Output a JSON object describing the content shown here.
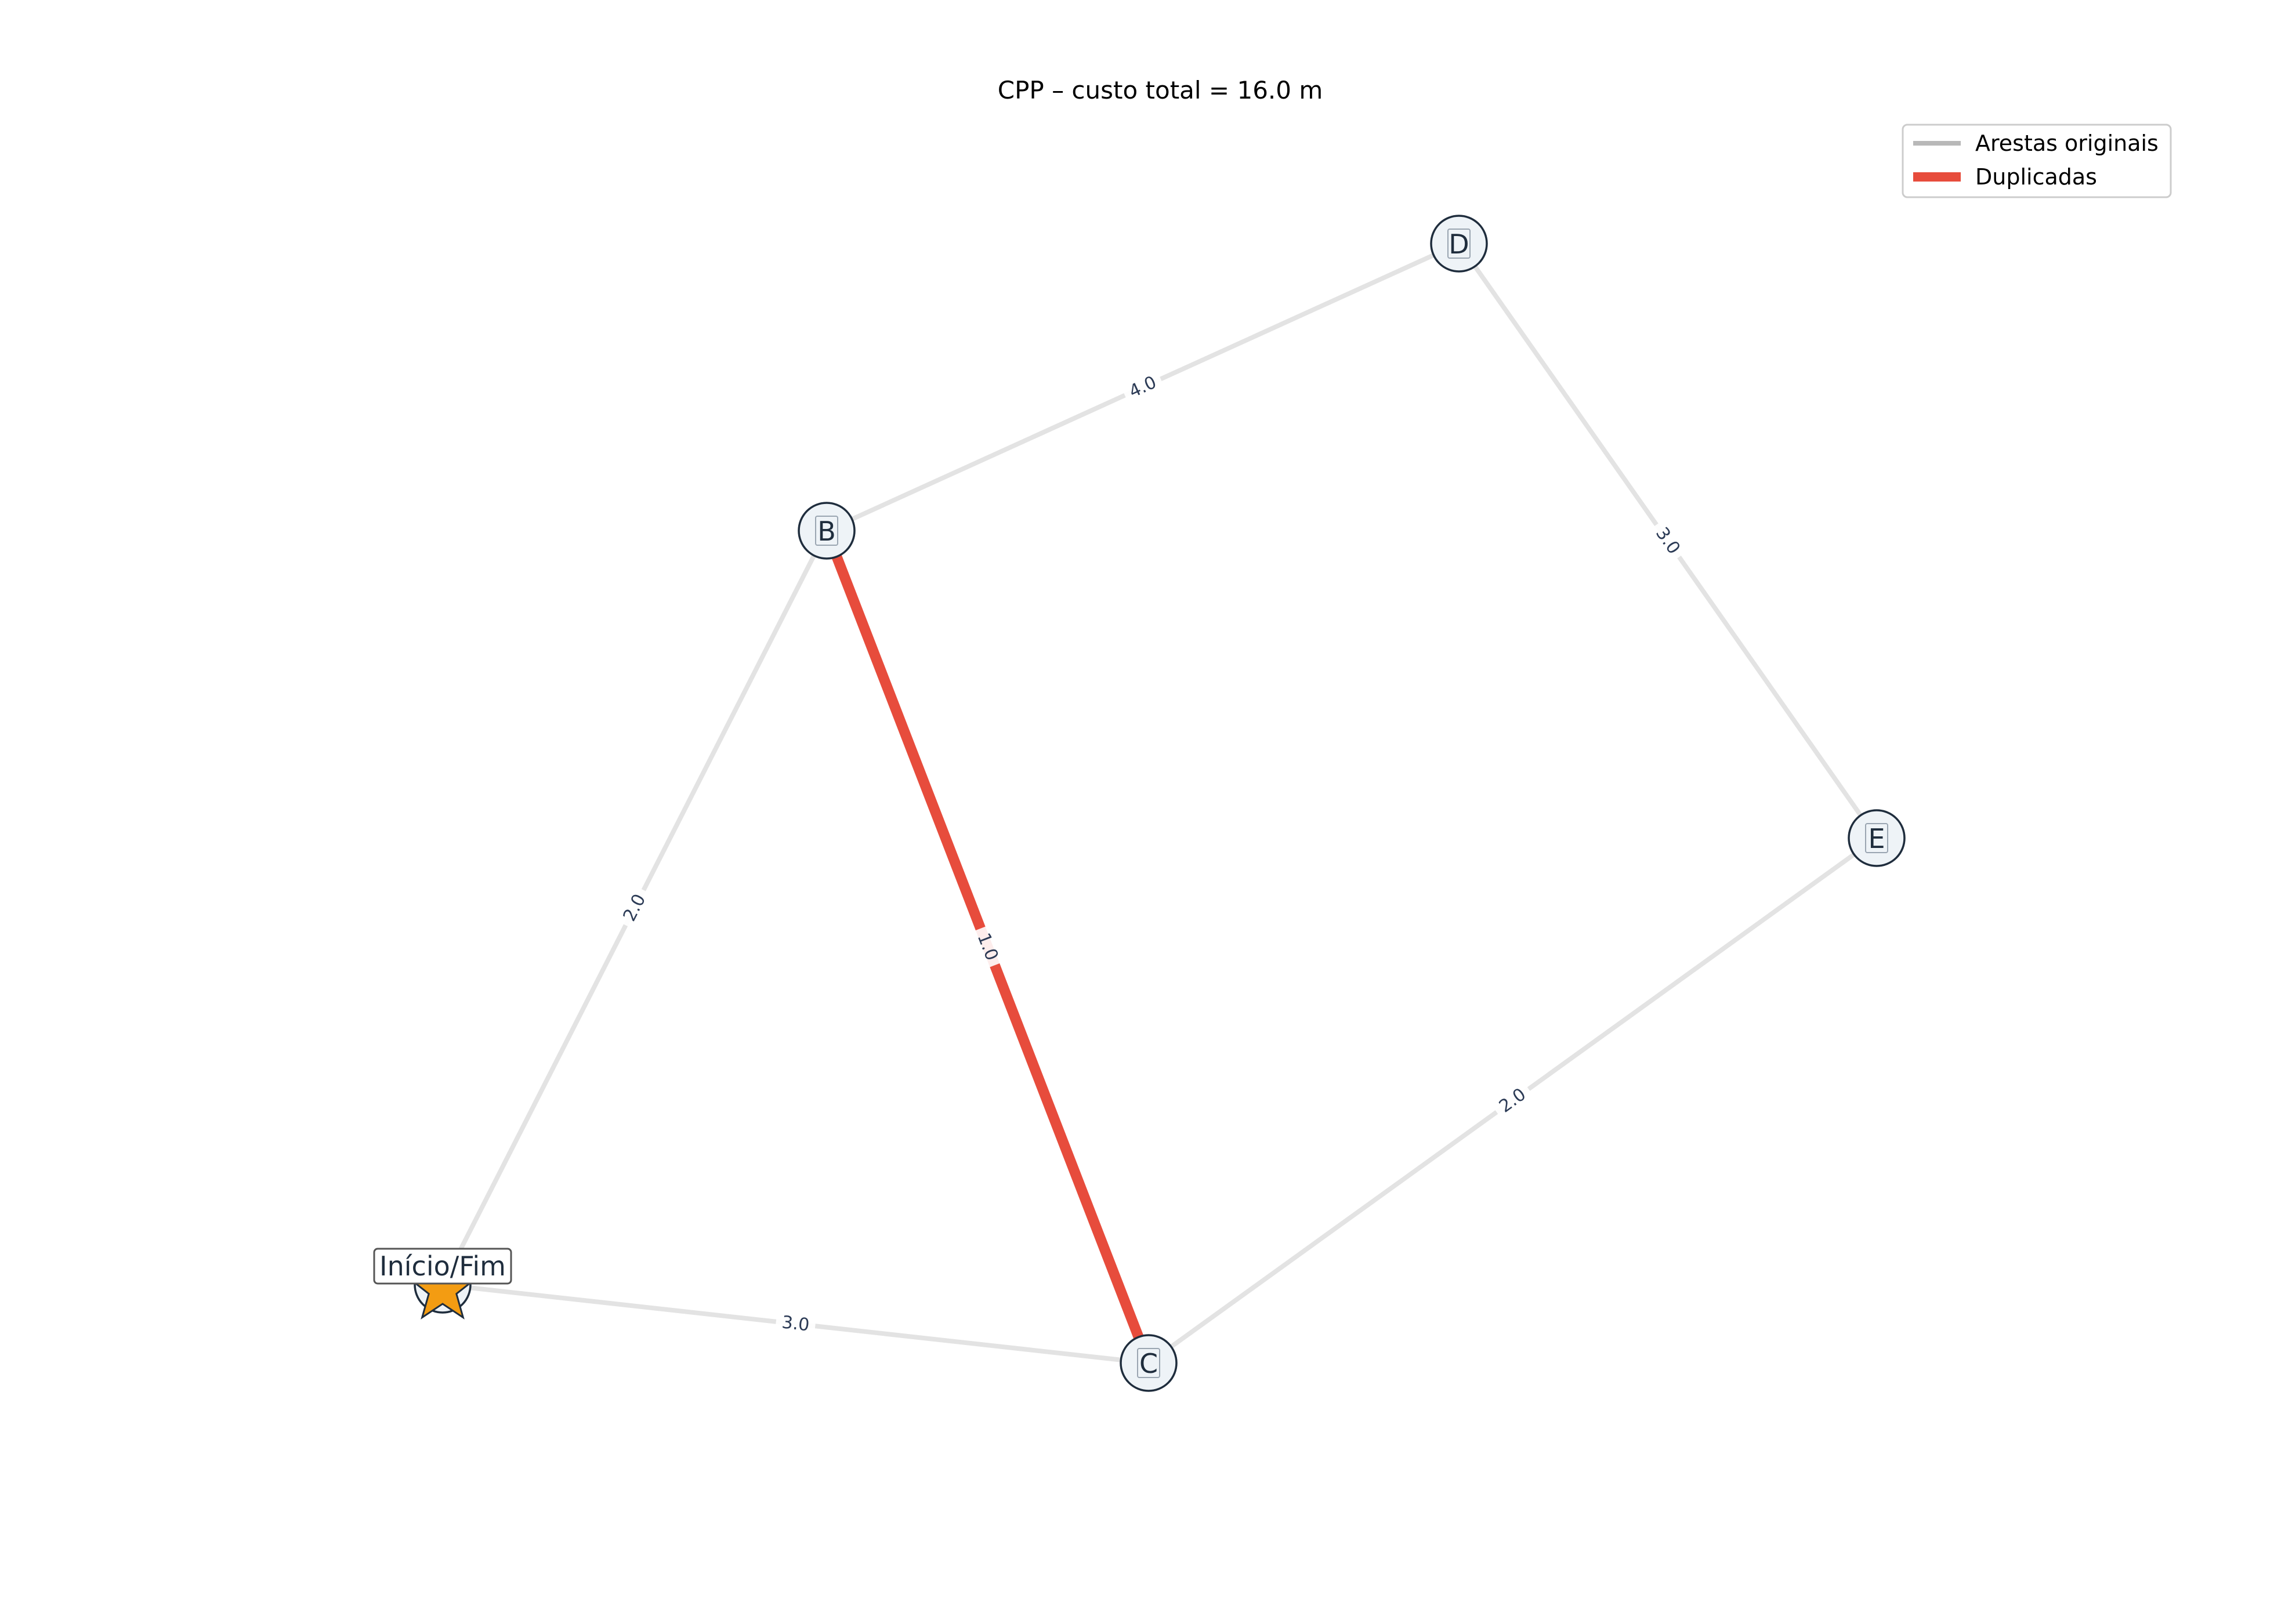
{
  "title": "CPP – custo total = 16.0 m",
  "colors": {
    "original_edge": "#e3e3e3",
    "legend_original": "#b8b8b8",
    "duplicated_edge": "#e74c3c",
    "node_fill": "#eef3f7",
    "node_stroke": "#1f2d3d",
    "start_fill": "#f39c12",
    "edge_label": "#2b3a55"
  },
  "legend": {
    "original_label": "Arestas originais",
    "duplicated_label": "Duplicadas"
  },
  "start_label": "Início/Fim",
  "nodes": [
    {
      "id": "A",
      "label": "",
      "is_start": true
    },
    {
      "id": "B",
      "label": "B"
    },
    {
      "id": "C",
      "label": "C"
    },
    {
      "id": "D",
      "label": "D"
    },
    {
      "id": "E",
      "label": "E"
    }
  ],
  "edges": [
    {
      "from": "A",
      "to": "B",
      "weight": "2.0",
      "duplicated": false
    },
    {
      "from": "A",
      "to": "C",
      "weight": "3.0",
      "duplicated": false
    },
    {
      "from": "B",
      "to": "C",
      "weight": "1.0",
      "duplicated": true
    },
    {
      "from": "B",
      "to": "D",
      "weight": "4.0",
      "duplicated": false
    },
    {
      "from": "D",
      "to": "E",
      "weight": "3.0",
      "duplicated": false
    },
    {
      "from": "C",
      "to": "E",
      "weight": "2.0",
      "duplicated": false
    }
  ]
}
